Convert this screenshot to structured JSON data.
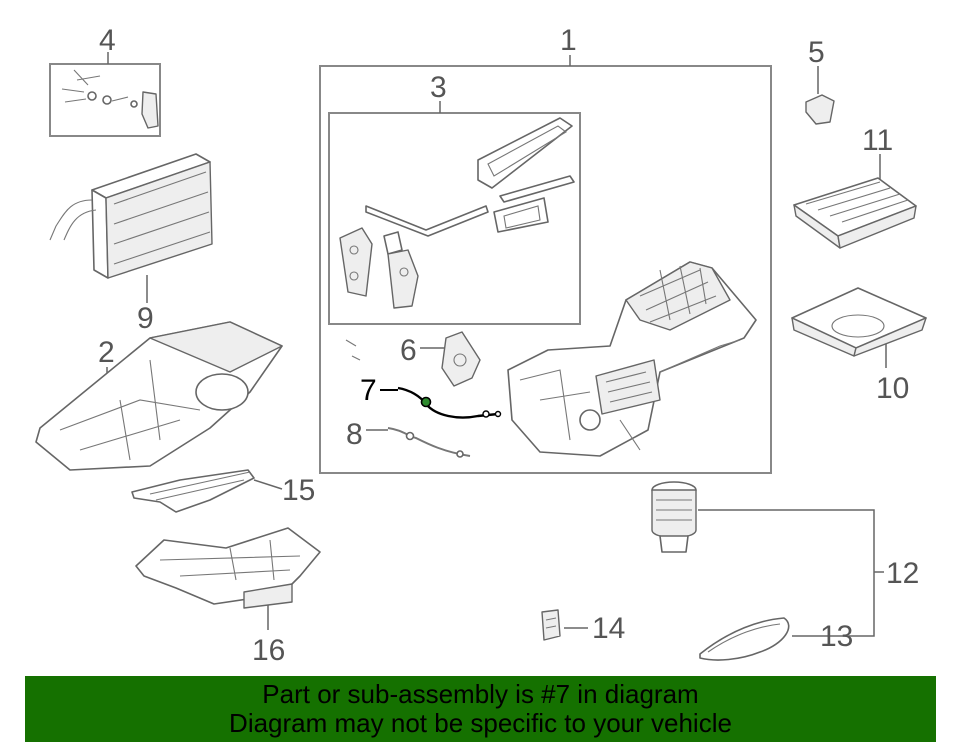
{
  "callouts": {
    "c1": "1",
    "c2": "2",
    "c3": "3",
    "c4": "4",
    "c5": "5",
    "c6": "6",
    "c7": "7",
    "c8": "8",
    "c9": "9",
    "c10": "10",
    "c11": "11",
    "c12": "12",
    "c13": "13",
    "c14": "14",
    "c15": "15",
    "c16": "16"
  },
  "highlighted_part": "7",
  "notice": {
    "line1": "Part or sub-assembly is #7 in diagram",
    "line2": "Diagram may not be specific to your vehicle"
  },
  "colors": {
    "banner": "#157100",
    "line_art": "#666666",
    "highlight": "#000000"
  }
}
